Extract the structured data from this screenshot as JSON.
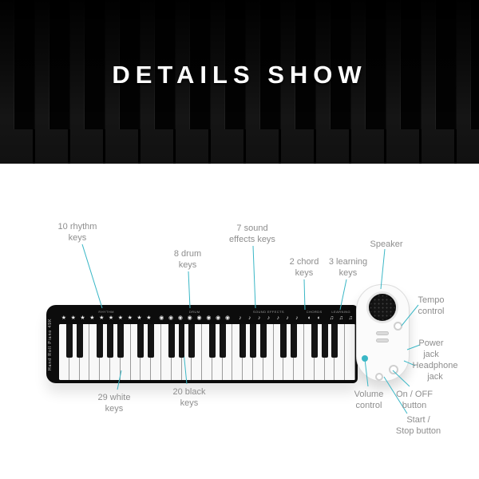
{
  "banner": {
    "title": "DETAILS SHOW"
  },
  "product": {
    "brand": "Hand Roll Piano 49K",
    "white_keys": 29,
    "black_keys": 20,
    "strip_groups": [
      {
        "label": "RHYTHM",
        "count": 10,
        "icon": "★",
        "icon_name": "rhythm-key-icon"
      },
      {
        "label": "DRUM",
        "count": 8,
        "icon": "◉",
        "icon_name": "drum-key-icon"
      },
      {
        "label": "SOUND EFFECTS",
        "count": 7,
        "icon": "♪",
        "icon_name": "sound-effect-key-icon"
      },
      {
        "label": "CHORDS",
        "count": 2,
        "icon": "◐",
        "icon_name": "chord-key-icon"
      },
      {
        "label": "LEARNING",
        "count": 3,
        "icon": "♫",
        "icon_name": "learning-key-icon"
      }
    ]
  },
  "colors": {
    "accent": "#3ab7c6",
    "label_text": "#8e8e8e"
  },
  "callouts": {
    "rhythm": "10 rhythm\nkeys",
    "drum": "8 drum\nkeys",
    "sound": "7 sound\neffects keys",
    "chord": "2 chord\nkeys",
    "learning": "3 learning\nkeys",
    "speaker": "Speaker",
    "tempo": "Tempo\ncontrol",
    "power": "Power\njack",
    "headphone": "Headphone\njack",
    "volume": "Volume\ncontrol",
    "onoff": "On / OFF\nbutton",
    "startstop": "Start /\nStop button",
    "white": "29 white\nkeys",
    "black": "20 black\nkeys"
  }
}
